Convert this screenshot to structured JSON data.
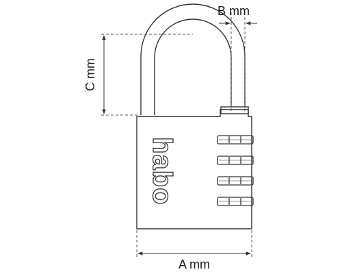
{
  "dimensions": {
    "a_label": "A mm",
    "b_label": "B mm",
    "c_label": "C mm"
  },
  "brand": {
    "logo_text": "habo"
  },
  "lock": {
    "combination_wheels": 4
  },
  "colors": {
    "line": "#333333",
    "dash": "#555555",
    "background": "#ffffff"
  }
}
